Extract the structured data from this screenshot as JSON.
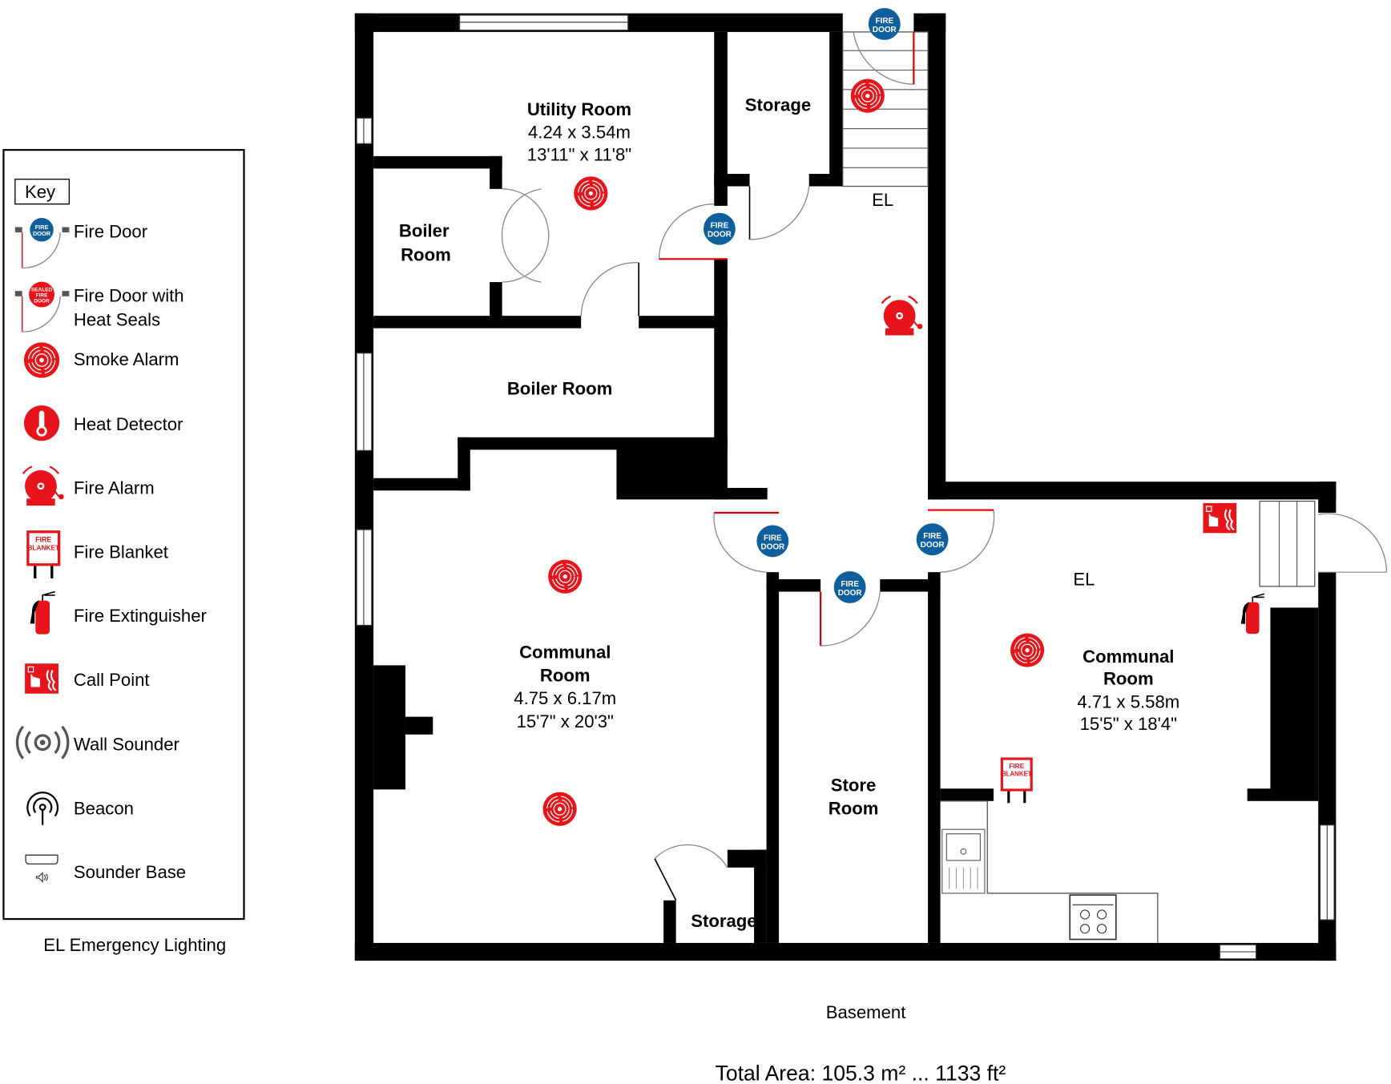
{
  "key": {
    "title": "Key",
    "items": [
      {
        "label": "Fire Door",
        "icon": "fire-door-icon"
      },
      {
        "label": "Fire Door with",
        "label2": "Heat Seals",
        "icon": "sealed-fire-door-icon"
      },
      {
        "label": "Smoke Alarm",
        "icon": "smoke-alarm-icon"
      },
      {
        "label": "Heat Detector",
        "icon": "heat-detector-icon"
      },
      {
        "label": "Fire Alarm",
        "icon": "fire-alarm-icon"
      },
      {
        "label": "Fire Blanket",
        "icon": "fire-blanket-icon"
      },
      {
        "label": "Fire Extinguisher",
        "icon": "fire-extinguisher-icon"
      },
      {
        "label": "Call Point",
        "icon": "call-point-icon"
      },
      {
        "label": "Wall Sounder",
        "icon": "wall-sounder-icon"
      },
      {
        "label": "Beacon",
        "icon": "beacon-icon"
      },
      {
        "label": "Sounder Base",
        "icon": "sounder-base-icon"
      }
    ],
    "el_note": "EL Emergency Lighting"
  },
  "icon_text": {
    "fire_door_1": "FIRE",
    "fire_door_2": "DOOR",
    "sealed_1": "SEALED",
    "sealed_2": "FIRE",
    "sealed_3": "DOOR",
    "blanket_1": "FIRE",
    "blanket_2": "BLANKET"
  },
  "rooms": {
    "utility": {
      "name": "Utility Room",
      "metric": "4.24 x 3.54m",
      "imperial": "13'11\" x 11'8\""
    },
    "storage_top": {
      "name": "Storage"
    },
    "boiler_small": {
      "name1": "Boiler",
      "name2": "Room"
    },
    "boiler_large": {
      "name": "Boiler Room"
    },
    "communal_left": {
      "name1": "Communal",
      "name2": "Room",
      "metric": "4.75 x 6.17m",
      "imperial": "15'7\" x 20'3\""
    },
    "store_room": {
      "name1": "Store",
      "name2": "Room"
    },
    "storage_bottom": {
      "name": "Storage"
    },
    "communal_right": {
      "name1": "Communal",
      "name2": "Room",
      "metric": "4.71 x 5.58m",
      "imperial": "15'5\" x 18'4\""
    }
  },
  "el_markers": [
    "EL",
    "EL"
  ],
  "floor_name": "Basement",
  "total_area": "Total Area: 105.3 m² ... 1133 ft²",
  "colors": {
    "fire_red": "#e8141b",
    "fire_door_blue": "#0f5f9c",
    "wall": "#000000"
  }
}
